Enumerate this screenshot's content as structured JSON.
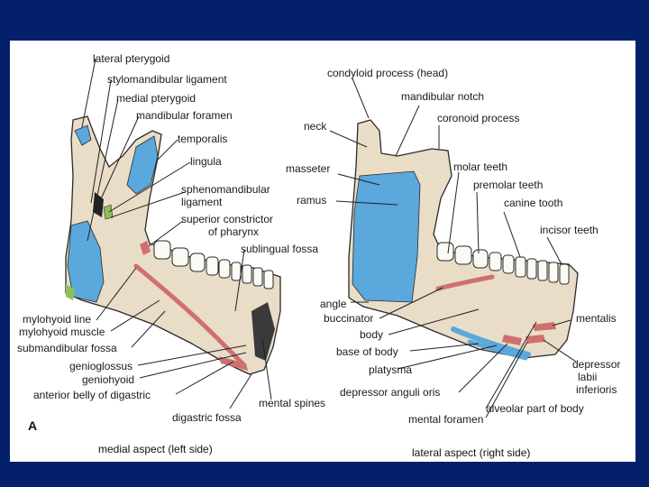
{
  "colors": {
    "background_frame": "#04206a",
    "bone": "#e9ddc8",
    "muscle_blue": "#5aa8dc",
    "muscle_red": "#cf7070",
    "muscle_green": "#8fbf5a",
    "tooth": "#fbfbf6"
  },
  "panel_letter": "A",
  "captions": {
    "left": "medial aspect (left side)",
    "right": "lateral aspect (right side)"
  },
  "left_labels": {
    "lateral_pterygoid": "lateral pterygoid",
    "stylomandibular_ligament": "stylomandibular ligament",
    "medial_pterygoid": "medial pterygoid",
    "mandibular_foramen": "mandibular foramen",
    "temporalis": "temporalis",
    "lingula": "lingula",
    "sphenomandibular_ligament_1": "sphenomandibular",
    "sphenomandibular_ligament_2": "ligament",
    "superior_constrictor_1": "superior constrictor",
    "superior_constrictor_2": "of pharynx",
    "sublingual_fossa": "sublingual fossa",
    "mylohyoid_line": "mylohyoid line",
    "mylohyoid_muscle": "mylohyoid muscle",
    "submandibular_fossa": "submandibular fossa",
    "genioglossus": "genioglossus",
    "geniohyoid": "geniohyoid",
    "anterior_belly_digastric": "anterior belly of digastric",
    "digastric_fossa": "digastric fossa",
    "mental_spines": "mental spines"
  },
  "right_labels": {
    "condyloid_process": "condyloid process (head)",
    "mandibular_notch": "mandibular notch",
    "coronoid_process": "coronoid process",
    "neck": "neck",
    "masseter": "masseter",
    "ramus": "ramus",
    "molar_teeth": "molar teeth",
    "premolar_teeth": "premolar teeth",
    "canine_tooth": "canine tooth",
    "incisor_teeth": "incisor teeth",
    "angle": "angle",
    "buccinator": "buccinator",
    "body": "body",
    "base_of_body": "base of body",
    "platysma": "platysma",
    "depressor_anguli_oris": "depressor anguli oris",
    "mental_foramen": "mental foramen",
    "alveolar_part": "alveolar part of body",
    "mentalis": "mentalis",
    "depressor_labii_1": "depressor",
    "depressor_labii_2": "labii",
    "depressor_labii_3": "inferioris"
  }
}
